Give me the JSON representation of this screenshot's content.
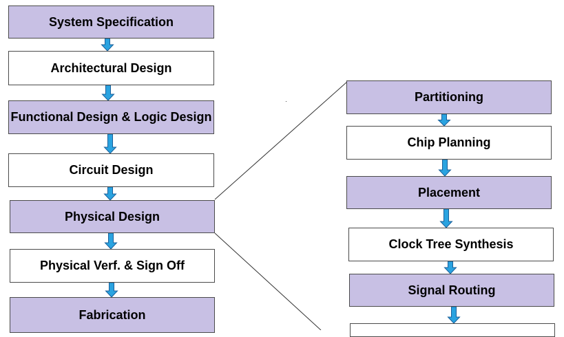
{
  "left_flow": [
    {
      "label": "System Specification",
      "shaded": true
    },
    {
      "label": "Architectural Design",
      "shaded": false
    },
    {
      "label": "Functional Design & Logic Design",
      "shaded": true
    },
    {
      "label": "Circuit Design",
      "shaded": false
    },
    {
      "label": "Physical Design",
      "shaded": true
    },
    {
      "label": "Physical Verf. & Sign Off",
      "shaded": false
    },
    {
      "label": "Fabrication",
      "shaded": true
    }
  ],
  "right_flow": [
    {
      "label": "Partitioning",
      "shaded": true
    },
    {
      "label": "Chip Planning",
      "shaded": false
    },
    {
      "label": "Placement",
      "shaded": true
    },
    {
      "label": "Clock Tree Synthesis",
      "shaded": false
    },
    {
      "label": "Signal Routing",
      "shaded": true
    },
    {
      "label": "",
      "shaded": false
    }
  ],
  "colors": {
    "box_fill_shaded": "#c8c0e4",
    "box_fill_plain": "#ffffff",
    "box_border": "#4a4a4a",
    "arrow_fill": "#2aa3e0",
    "arrow_stroke": "#1a5f9a",
    "connector_line": "#333333"
  }
}
